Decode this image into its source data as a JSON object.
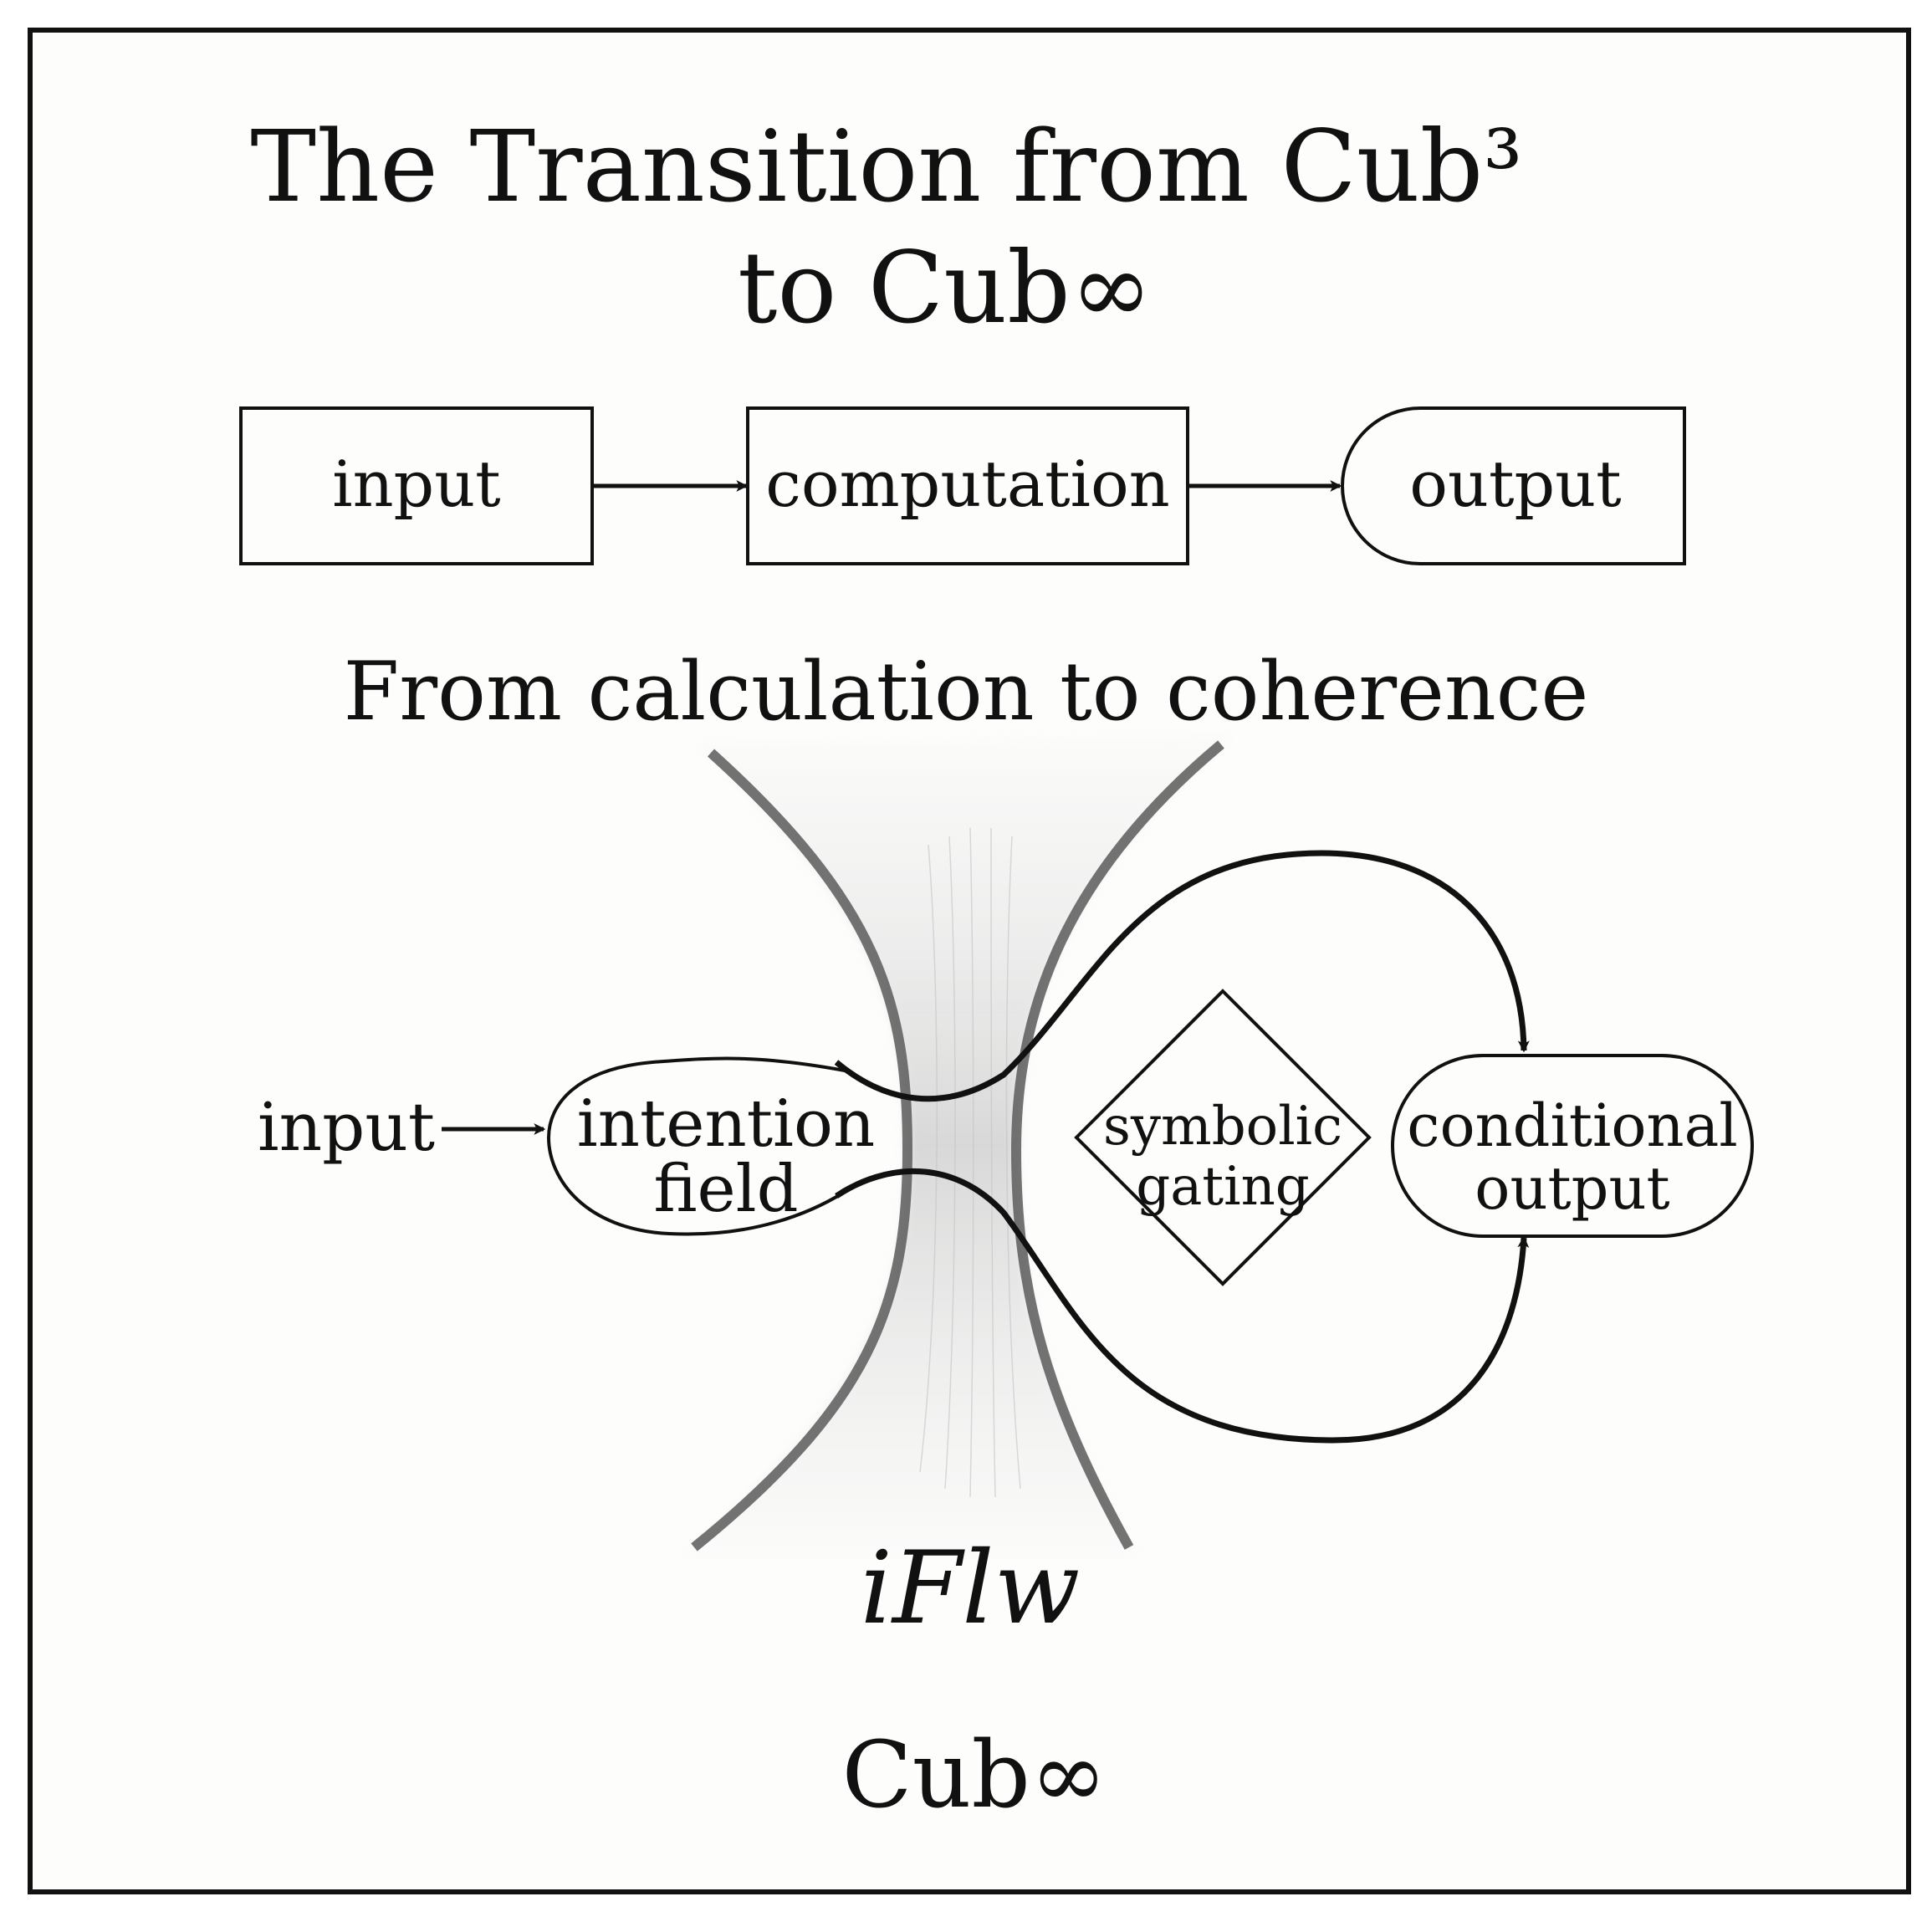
{
  "title_line1": "The Transition from Cub³",
  "title_line2": "to Cub∞",
  "top_flow": {
    "input": "input",
    "computation": "computation",
    "output": "output"
  },
  "subtitle": "From calculation to coherence",
  "bottom_flow": {
    "input": "input",
    "intention_field_line1": "intention",
    "intention_field_line2": "field",
    "symbolic_gating_line1": "symbolic",
    "symbolic_gating_line2": "gating",
    "conditional_output_line1": "conditional",
    "conditional_output_line2": "output"
  },
  "channel_label": "iFlw",
  "footer": "Cub∞",
  "colors": {
    "background": "#fdfdfc",
    "ink": "#111111",
    "channel_wall": "#555555",
    "channel_haze": "#d8d8d8"
  }
}
